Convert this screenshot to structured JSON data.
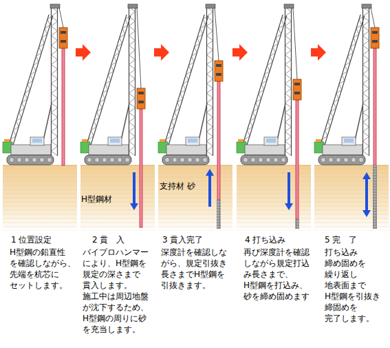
{
  "diagram": {
    "labels": [
      "H型鋼材",
      "支持材 砂",
      "1 位置設定",
      "H型鋼の鉛直性 を確認しながら、 先端を杭芯に セットします。",
      "2 貫　入",
      "バイブロハンマー により、H型鋼を 規定の深さまで 貫入します。 施工中は周辺地盤 が沈下するため、 H型鋼の周りに砂 を充当します。",
      "3 貫入完了",
      "深度計を確認しな がら、規定引抜き 長さまでH型鋼を 引抜きます。",
      "4 打ち込み",
      "再び深度計を確認 しながら規定打込 み長さまで、 H型鋼を打込み、 砂を締め固めます",
      "5 完　了",
      "打ち込み 締め固めを 繰り返し 地表面まで H型鋼を引抜き 締固めを 完了します。"
    ]
  }
}
